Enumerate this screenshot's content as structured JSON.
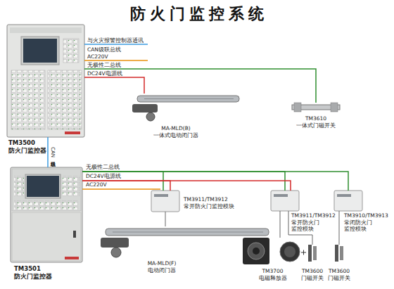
{
  "diagram": {
    "title": "防火门监控系统",
    "nodes": [
      {
        "text": [
          "TM3500 防火门监控器"
        ]
      },
      {
        "text": [
          "MA-MLD(B) 一体式电动闭门器"
        ]
      },
      {
        "text": [
          "TM3610 一体式门磁开关"
        ]
      },
      {
        "text": [
          "TM3501 防火门监控器"
        ]
      },
      {
        "text": [
          "TM3911/TM3912 常开防火门监控模块"
        ]
      },
      {
        "text": [
          "TM3911/TM3912 常开防火门 监控模块"
        ]
      },
      {
        "text": [
          "TM3910/TM3913 常闭防火门 监控模块"
        ]
      },
      {
        "text": [
          "MA-MLD(F) 电动闭门器"
        ]
      },
      {
        "text": [
          "TM3700 电磁释放器"
        ]
      },
      {
        "text": [
          "TM3600 门磁开关"
        ]
      },
      {
        "text": [
          "TM3600 门磁开关"
        ]
      }
    ],
    "edges": [
      {
        "from": 0,
        "to": 3,
        "label": "CAN级联总线",
        "arrow": "none"
      },
      {
        "from": 0,
        "to": 1,
        "arrow": "none"
      },
      {
        "from": 0,
        "to": 2,
        "arrow": "none"
      },
      {
        "from": 3,
        "to": 4,
        "arrow": "none"
      },
      {
        "from": 3,
        "to": 5,
        "arrow": "none"
      },
      {
        "from": 3,
        "to": 6,
        "arrow": "none"
      },
      {
        "from": 3,
        "to": 4,
        "arrow": "none"
      },
      {
        "from": 3,
        "to": 5,
        "arrow": "none"
      },
      {
        "from": 4,
        "to": 7,
        "arrow": "none"
      },
      {
        "from": 5,
        "to": 8,
        "arrow": "none"
      },
      {
        "from": 5,
        "to": 9,
        "arrow": "none"
      },
      {
        "from": 6,
        "to": 10,
        "arrow": "none"
      }
    ],
    "labels": [
      "与火灾报警控制器通讯",
      "CAN级联总线",
      "AC220V",
      "无极性二总线",
      "DC24V电源线",
      "无极性二总线",
      "DC24V电源线",
      "AC220V"
    ]
  }
}
